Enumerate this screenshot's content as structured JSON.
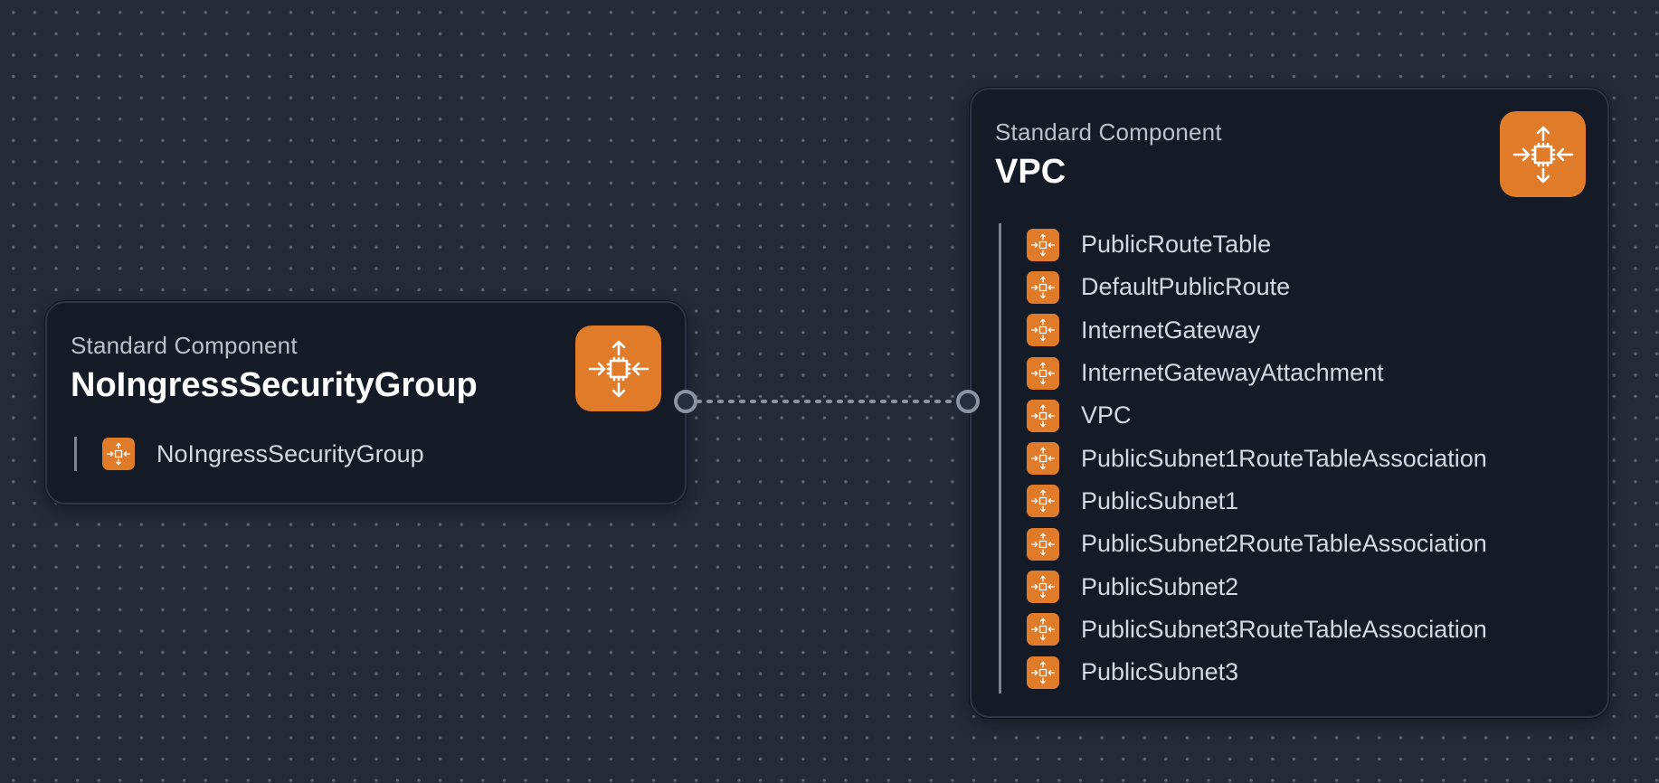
{
  "theme": {
    "background": "#232b38",
    "node_background": "#141b27",
    "accent": "#e07b2a",
    "title_color": "#ffffff",
    "label_color": "#d3d9e1"
  },
  "nodes": [
    {
      "type_label": "Standard Component",
      "title": "NoIngressSecurityGroup",
      "icon": "processor-arrows-icon",
      "items": [
        {
          "label": "NoIngressSecurityGroup",
          "icon": "processor-arrows-icon"
        }
      ]
    },
    {
      "type_label": "Standard Component",
      "title": "VPC",
      "icon": "processor-arrows-icon",
      "items": [
        {
          "label": "PublicRouteTable",
          "icon": "processor-arrows-icon"
        },
        {
          "label": "DefaultPublicRoute",
          "icon": "processor-arrows-icon"
        },
        {
          "label": "InternetGateway",
          "icon": "processor-arrows-icon"
        },
        {
          "label": "InternetGatewayAttachment",
          "icon": "processor-arrows-icon"
        },
        {
          "label": "VPC",
          "icon": "processor-arrows-icon"
        },
        {
          "label": "PublicSubnet1RouteTableAssociation",
          "icon": "processor-arrows-icon"
        },
        {
          "label": "PublicSubnet1",
          "icon": "processor-arrows-icon"
        },
        {
          "label": "PublicSubnet2RouteTableAssociation",
          "icon": "processor-arrows-icon"
        },
        {
          "label": "PublicSubnet2",
          "icon": "processor-arrows-icon"
        },
        {
          "label": "PublicSubnet3RouteTableAssociation",
          "icon": "processor-arrows-icon"
        },
        {
          "label": "PublicSubnet3",
          "icon": "processor-arrows-icon"
        }
      ]
    }
  ]
}
